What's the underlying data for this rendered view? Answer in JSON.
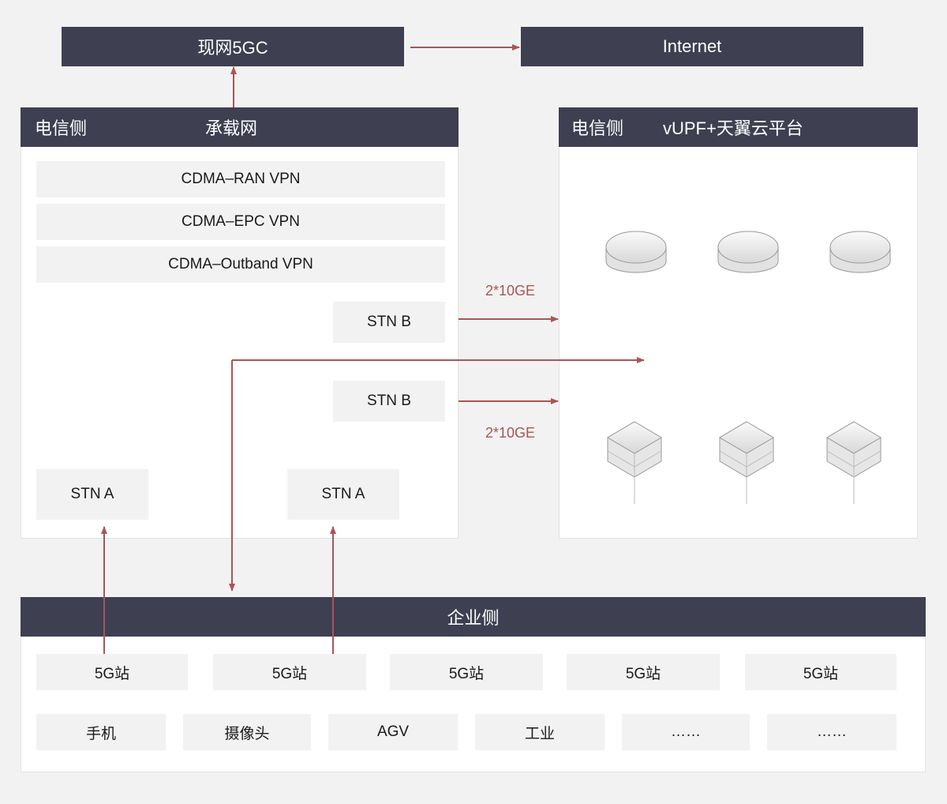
{
  "top": {
    "core": "现网5GC",
    "internet": "Internet"
  },
  "bearer": {
    "side": "电信侧",
    "title": "承载网",
    "vpns": [
      "CDMA–RAN VPN",
      "CDMA–EPC VPN",
      "CDMA–Outband VPN"
    ],
    "stn_b": [
      "STN B",
      "STN B"
    ],
    "stn_a": [
      "STN A",
      "STN A"
    ]
  },
  "cloud": {
    "side": "电信侧",
    "title": "vUPF+天翼云平台",
    "link_labels": [
      "2*10GE",
      "2*10GE"
    ],
    "icons": [
      "storage-disk-icon",
      "server-cube-icon"
    ]
  },
  "enterprise": {
    "title": "企业侧",
    "stations": [
      "5G站",
      "5G站",
      "5G站",
      "5G站",
      "5G站"
    ],
    "devices": [
      "手机",
      "摄像头",
      "AGV",
      "工业",
      "……",
      "……"
    ]
  },
  "colors": {
    "header": "#3e3f51",
    "arrow": "#a85656"
  }
}
